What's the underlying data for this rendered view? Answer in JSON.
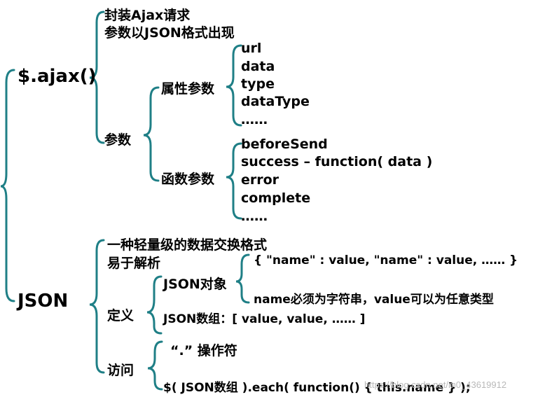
{
  "ajax": {
    "root_label": "$.ajax()",
    "desc_line1": "封装Ajax请求",
    "desc_line2": "参数以JSON格式出现",
    "params_label": "参数",
    "attr_params_label": "属性参数",
    "attr_params": [
      "url",
      "data",
      "type",
      "dataType",
      "……"
    ],
    "func_params_label": "函数参数",
    "func_params": [
      "beforeSend",
      "success – function( data )",
      "error",
      "complete",
      "……"
    ]
  },
  "json": {
    "root_label": "JSON",
    "desc_line1": "一种轻量级的数据交换格式",
    "desc_line2": "易于解析",
    "define_label": "定义",
    "json_object_label": "JSON对象",
    "json_object_syntax": "{ \"name\" : value, \"name\" : value, …… }",
    "json_object_rule": "name必须为字符串，value可以为任意类型",
    "json_array": "JSON数组：[ value, value, …… ]",
    "access_label": "访问",
    "dot_operator": "“.” 操作符",
    "each_syntax": "$( JSON数组 ).each( function() { this.name } );"
  },
  "watermark": "https://blog.csdn.net/m0_43619912"
}
